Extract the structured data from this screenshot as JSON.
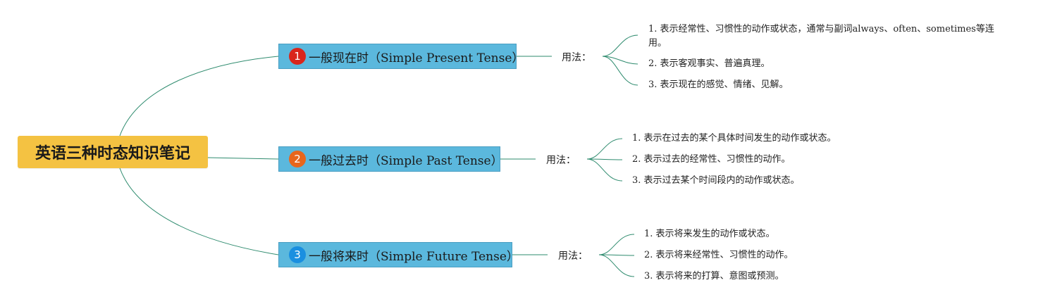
{
  "root": {
    "title": "英语三种时态知识笔记",
    "color": "#f4c242"
  },
  "usage_label": "用法：",
  "branches": [
    {
      "number": "1",
      "badge_color": "#d9261c",
      "title": "一般现在时（Simple Present Tense）",
      "items": [
        "1. 表示经常性、习惯性的动作或状态，通常与副词always、often、sometimes等连用。",
        "2. 表示客观事实、普遍真理。",
        "3. 表示现在的感觉、情绪、见解。"
      ]
    },
    {
      "number": "2",
      "badge_color": "#e8661c",
      "title": "一般过去时（Simple Past Tense）",
      "items": [
        "1. 表示在过去的某个具体时间发生的动作或状态。",
        "2. 表示过去的经常性、习惯性的动作。",
        "3. 表示过去某个时间段内的动作或状态。"
      ]
    },
    {
      "number": "3",
      "badge_color": "#1a8fe0",
      "title": "一般将来时（Simple Future Tense）",
      "items": [
        "1. 表示将来发生的动作或状态。",
        "2. 表示将来经常性、习惯性的动作。",
        "3. 表示将来的打算、意图或预测。"
      ]
    }
  ],
  "colors": {
    "branch_fill": "#5bb8dd",
    "connector": "#2e8b6e"
  }
}
